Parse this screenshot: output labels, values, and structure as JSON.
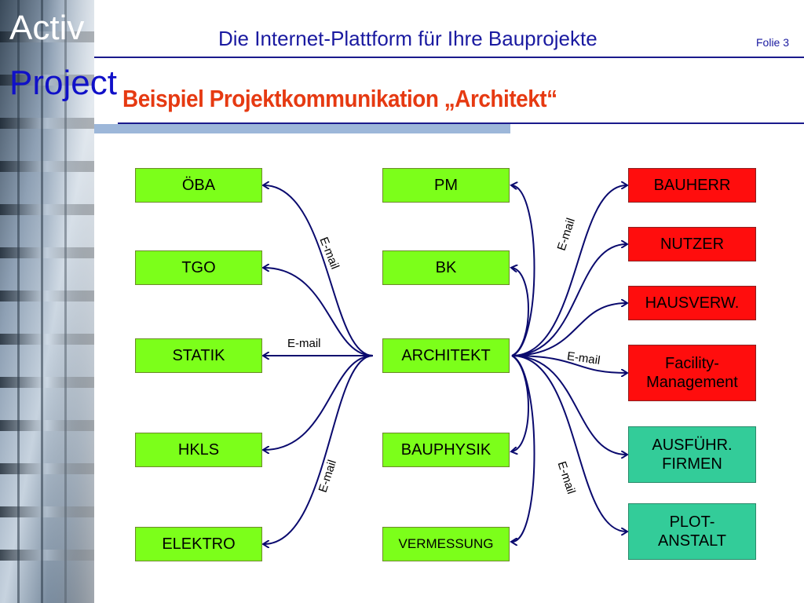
{
  "header": {
    "logo_line1": "Activ   -",
    "logo_line2": "Project",
    "subtitle": "Die Internet-Plattform für Ihre Bauprojekte",
    "slide_number": "Folie 3"
  },
  "slide": {
    "title": "Beispiel Projektkommunikation „Architekt“"
  },
  "diagram": {
    "center": "ARCHITEKT",
    "left_nodes": [
      "ÖBA",
      "TGO",
      "STATIK",
      "HKLS",
      "ELEKTRO"
    ],
    "middle_nodes": [
      "PM",
      "BK",
      "BAUPHYSIK",
      "VERMESSUNG"
    ],
    "right_nodes": [
      {
        "label": "BAUHERR",
        "color": "#ff0d0d"
      },
      {
        "label": "NUTZER",
        "color": "#ff0d0d"
      },
      {
        "label": "HAUSVERW.",
        "color": "#ff0d0d"
      },
      {
        "label": "Facility-\nManagement",
        "color": "#ff0d0d"
      },
      {
        "label": "AUSFÜHR.\nFIRMEN",
        "color": "#33cc99"
      },
      {
        "label": "PLOT-\nANSTALT",
        "color": "#33cc99"
      }
    ],
    "edge_label": "E-mail",
    "link_color": "#0a0a6e",
    "left_node_color": "#7cff1a"
  }
}
